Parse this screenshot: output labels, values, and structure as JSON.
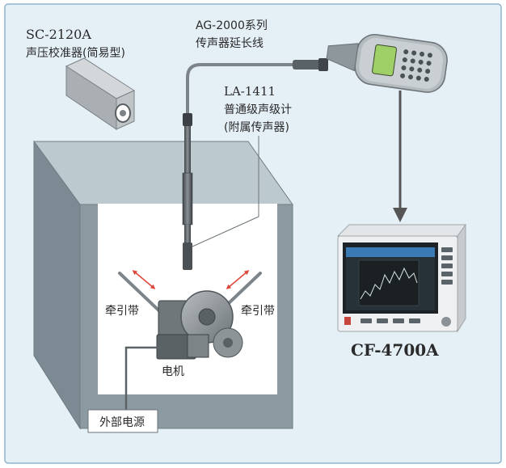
{
  "labels": {
    "calibrator_model": "SC-2120A",
    "calibrator_name": "声压校准器(简易型)",
    "cable_model": "AG-2000系列",
    "cable_name": "传声器延长线",
    "meter_model": "LA-1411",
    "meter_name": "普通级声级计",
    "meter_note": "(附属传声器)",
    "belt_left": "牵引带",
    "belt_right": "牵引带",
    "motor": "电机",
    "power": "外部电源",
    "analyzer_model": "CF-4700A"
  },
  "colors": {
    "panel_bg": "#e4eff6",
    "frame": "#8fb5cf",
    "box_face": "#8c9aa1",
    "box_inner": "#ffffff",
    "arrow": "#555555",
    "red_arrow": "#e0463a",
    "screen": "#273238"
  }
}
